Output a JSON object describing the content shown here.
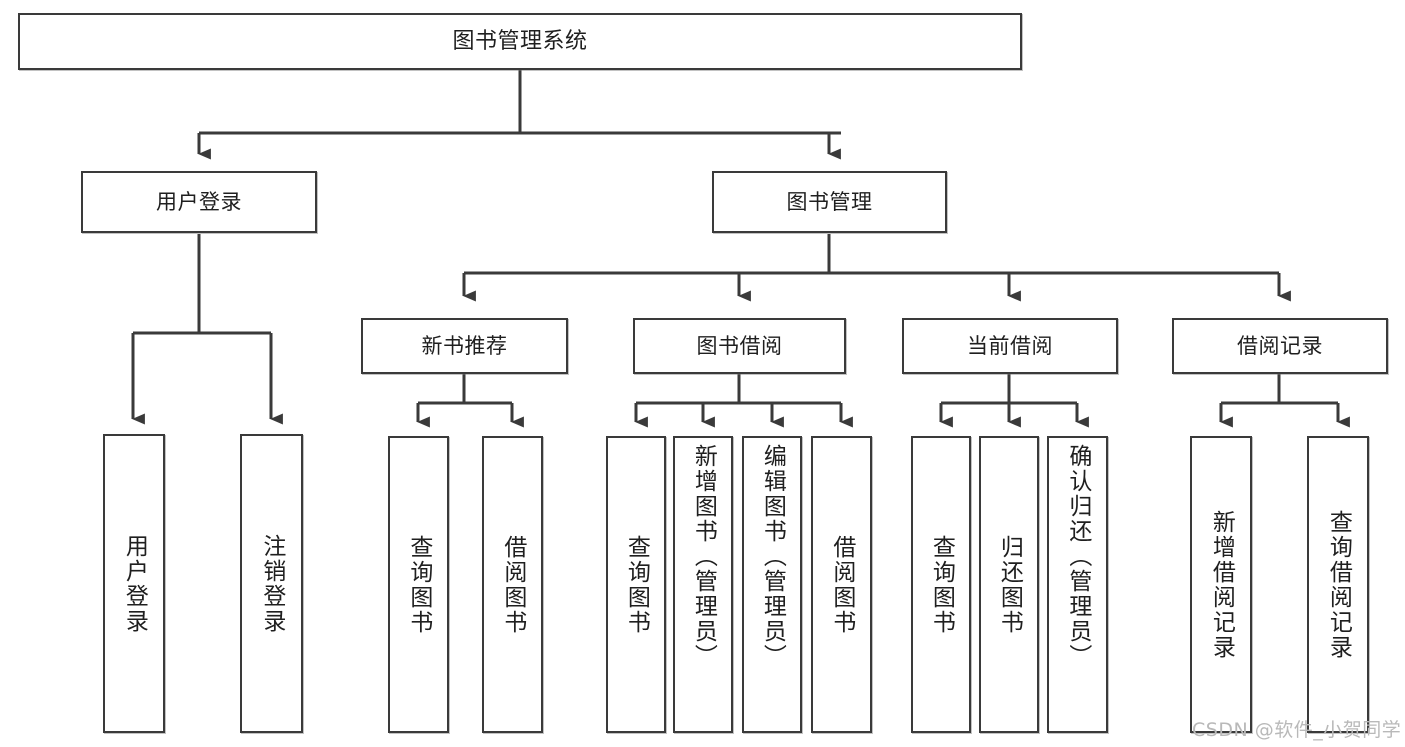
{
  "diagram": {
    "title": "图书管理系统",
    "type": "tree",
    "watermark": "CSDN @软件_小贺同学",
    "colors": {
      "box_border": "#3a3a3a",
      "box_fill": "#ffffff",
      "edge": "#3a3a3a",
      "text": "#1f1f1f",
      "watermark": "#b9b9b9",
      "background": "#ffffff"
    },
    "levels": {
      "root": "图书管理系统",
      "level2": [
        "用户登录",
        "图书管理"
      ],
      "level3": [
        "新书推荐",
        "图书借阅",
        "当前借阅",
        "借阅记录"
      ]
    },
    "nodes": {
      "root": {
        "id": "root",
        "label": "图书管理系统",
        "orientation": "horizontal",
        "level": 1
      },
      "user_login": {
        "id": "user_login",
        "label": "用户登录",
        "orientation": "horizontal",
        "level": 2
      },
      "book_mgmt": {
        "id": "book_mgmt",
        "label": "图书管理",
        "orientation": "horizontal",
        "level": 2
      },
      "new_book_rec": {
        "id": "new_book_rec",
        "label": "新书推荐",
        "orientation": "horizontal",
        "level": 3
      },
      "book_borrow": {
        "id": "book_borrow",
        "label": "图书借阅",
        "orientation": "horizontal",
        "level": 3
      },
      "current_borrow": {
        "id": "current_borrow",
        "label": "当前借阅",
        "orientation": "horizontal",
        "level": 3
      },
      "borrow_record": {
        "id": "borrow_record",
        "label": "借阅记录",
        "orientation": "horizontal",
        "level": 3
      },
      "leaf_user_login": {
        "id": "leaf_user_login",
        "label": "用户登录",
        "orientation": "vertical",
        "level": 3,
        "parent": "用户登录"
      },
      "leaf_logout": {
        "id": "leaf_logout",
        "label": "注销登录",
        "orientation": "vertical",
        "level": 3,
        "parent": "用户登录"
      },
      "leaf_query_book_1": {
        "id": "leaf_query_book_1",
        "label": "查询图书",
        "orientation": "vertical",
        "level": 4,
        "parent": "新书推荐"
      },
      "leaf_borrow_book_1": {
        "id": "leaf_borrow_book_1",
        "label": "借阅图书",
        "orientation": "vertical",
        "level": 4,
        "parent": "新书推荐"
      },
      "leaf_query_book_2": {
        "id": "leaf_query_book_2",
        "label": "查询图书",
        "orientation": "vertical",
        "level": 4,
        "parent": "图书借阅"
      },
      "leaf_add_book": {
        "id": "leaf_add_book",
        "label": "新增图书（管理员）",
        "orientation": "vertical",
        "level": 4,
        "parent": "图书借阅"
      },
      "leaf_edit_book": {
        "id": "leaf_edit_book",
        "label": "编辑图书（管理员）",
        "orientation": "vertical",
        "level": 4,
        "parent": "图书借阅"
      },
      "leaf_borrow_book_2": {
        "id": "leaf_borrow_book_2",
        "label": "借阅图书",
        "orientation": "vertical",
        "level": 4,
        "parent": "图书借阅"
      },
      "leaf_query_book_3": {
        "id": "leaf_query_book_3",
        "label": "查询图书",
        "orientation": "vertical",
        "level": 4,
        "parent": "当前借阅"
      },
      "leaf_return_book": {
        "id": "leaf_return_book",
        "label": "归还图书",
        "orientation": "vertical",
        "level": 4,
        "parent": "当前借阅"
      },
      "leaf_confirm_return": {
        "id": "leaf_confirm_return",
        "label": "确认归还（管理员）",
        "orientation": "vertical",
        "level": 4,
        "parent": "当前借阅"
      },
      "leaf_add_record": {
        "id": "leaf_add_record",
        "label": "新增借阅记录",
        "orientation": "vertical",
        "level": 4,
        "parent": "借阅记录"
      },
      "leaf_query_record": {
        "id": "leaf_query_record",
        "label": "查询借阅记录",
        "orientation": "vertical",
        "level": 4,
        "parent": "借阅记录"
      }
    }
  }
}
